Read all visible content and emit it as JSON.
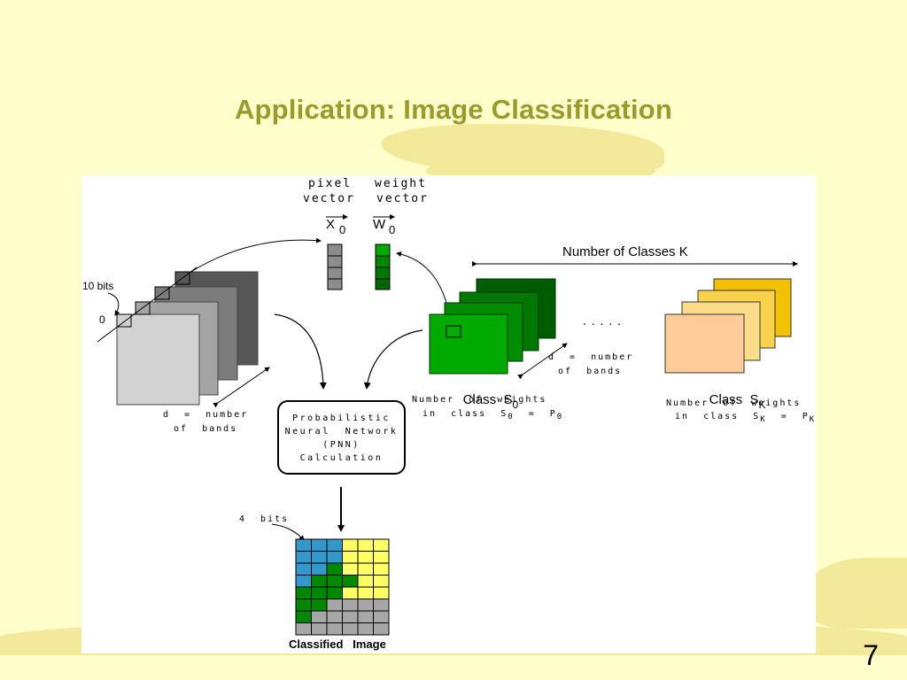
{
  "slide": {
    "title": "Application: Image Classification",
    "page_number": "7"
  },
  "diagram": {
    "pixel_vector_label_line1": "pixel",
    "pixel_vector_label_line2": "vector",
    "weight_vector_label_line1": "weight",
    "weight_vector_label_line2": "vector",
    "x_symbol": "X",
    "x_subscript": "0",
    "w_symbol": "W",
    "w_subscript": "0",
    "ten_bits_label": "10 bits",
    "zero_label": "0",
    "input_bands_line1": "d  =  number",
    "input_bands_line2": "of  bands",
    "number_of_classes": "Number of Classes K",
    "ellipsis": ". . . . .",
    "class_bands_line1": "d  =  number",
    "class_bands_line2": "of  bands",
    "class_s0_prefix": "Class",
    "class_s0_symbol": "S",
    "class_s0_sub": "0",
    "class_s0_weights_line1": "Number  of  weights",
    "class_s0_weights_line2_a": "in  class  S",
    "class_s0_weights_line2_sub": "0",
    "class_s0_weights_line2_b": "  =  P",
    "class_s0_weights_line2_sub2": "0",
    "class_sk_prefix": "Class",
    "class_sk_symbol": "S",
    "class_sk_sub": "K",
    "class_sk_weights_line1": "Number  of  weights",
    "class_sk_weights_line2_a": "in  class  S",
    "class_sk_weights_line2_sub": "K",
    "class_sk_weights_line2_b": "  =  P",
    "class_sk_weights_line2_sub2": "K",
    "pnn_line1": "Probabilistic",
    "pnn_line2": "Neural  Network",
    "pnn_line3": "(PNN)",
    "pnn_line4": "Calculation",
    "four_bits_label": "4  bits",
    "classified_image_label": "Classified   Image",
    "grid_colors": {
      "B": "#3399cc",
      "Y": "#ffff66",
      "G": "#008800",
      "R": "#a6a6a6"
    },
    "classified_grid": [
      "BBBYYY",
      "BBBYYY",
      "BBGYYY",
      "BGGGYY",
      "GGGYYY",
      "GGRRRR",
      "GRRRRR",
      "RRRRRR"
    ]
  }
}
